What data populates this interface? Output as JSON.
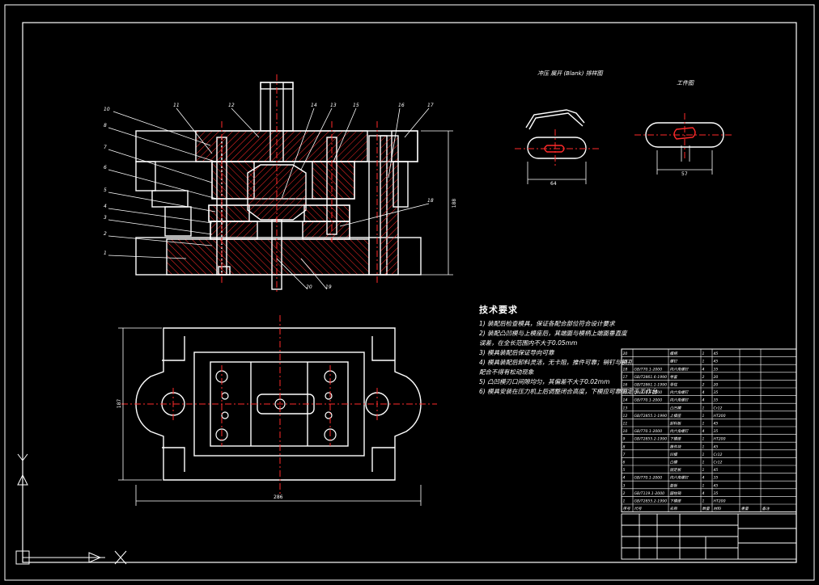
{
  "drawing": {
    "background": "#000000",
    "line_color": "#ffffff",
    "center_line_color": "#ff2a2a",
    "hatch_color": "#ff2a2a",
    "accent_color": "#ff2a2a"
  },
  "view_titles": {
    "blank_view": "冲压 展开 (Blank) 排样图",
    "part_view": "工件图"
  },
  "part_numbers": [
    "1",
    "2",
    "3",
    "4",
    "5",
    "6",
    "7",
    "8",
    "9",
    "10",
    "11",
    "12",
    "13",
    "14",
    "15",
    "16",
    "17",
    "18",
    "19",
    "20"
  ],
  "tech_notes": {
    "title": "技术要求",
    "lines": [
      "1) 装配后检查模具，保证各配合部位符合设计要求",
      "2) 装配凸凹模与上模座后，其端面与模柄上端面垂直度",
      "   误差，在全长范围内不大于0.05mm",
      "3) 模具装配后保证导向可靠",
      "4) 模具装配后卸料灵活，无卡阻，推件可靠；销钉与销孔",
      "   配合不得有松动现象",
      "5) 凸凹模刃口间隙均匀，其偏差不大于0.02mm",
      "6) 模具安装在压力机上后调整闭合高度，下模应可靠固定于工作台"
    ]
  },
  "dimension_labels": {
    "blank_width": "64",
    "part_width": "57",
    "plan_width": "286",
    "plan_height": "187",
    "section_height": "188"
  },
  "parts_list_rows": [
    {
      "no": "20",
      "code": "",
      "name": "模柄",
      "qty": "1",
      "mat": "45"
    },
    {
      "no": "19",
      "code": "",
      "name": "螺钉",
      "qty": "1",
      "mat": "45"
    },
    {
      "no": "18",
      "code": "GB/T70.1-2000",
      "name": "内六角螺钉",
      "qty": "4",
      "mat": "35"
    },
    {
      "no": "17",
      "code": "GB/T2861.6-1990",
      "name": "导套",
      "qty": "2",
      "mat": "20"
    },
    {
      "no": "16",
      "code": "GB/T2861.1-1990",
      "name": "导柱",
      "qty": "2",
      "mat": "20"
    },
    {
      "no": "15",
      "code": "GB/T70.1-2000",
      "name": "内六角螺钉",
      "qty": "4",
      "mat": "35"
    },
    {
      "no": "14",
      "code": "GB/T70.1-2000",
      "name": "内六角螺钉",
      "qty": "4",
      "mat": "35"
    },
    {
      "no": "13",
      "code": "",
      "name": "凸凹模",
      "qty": "1",
      "mat": "Cr12"
    },
    {
      "no": "12",
      "code": "GB/T2855.1-1990",
      "name": "上模座",
      "qty": "1",
      "mat": "HT200"
    },
    {
      "no": "11",
      "code": "",
      "name": "卸料板",
      "qty": "1",
      "mat": "45"
    },
    {
      "no": "10",
      "code": "GB/T70.1-2000",
      "name": "内六角螺钉",
      "qty": "4",
      "mat": "35"
    },
    {
      "no": "9",
      "code": "GB/T2855.2-1990",
      "name": "下模座",
      "qty": "1",
      "mat": "HT200"
    },
    {
      "no": "8",
      "code": "",
      "name": "推件块",
      "qty": "1",
      "mat": "45"
    },
    {
      "no": "7",
      "code": "",
      "name": "凹模",
      "qty": "1",
      "mat": "Cr12"
    },
    {
      "no": "6",
      "code": "",
      "name": "凸模",
      "qty": "1",
      "mat": "Cr12"
    },
    {
      "no": "5",
      "code": "",
      "name": "固定板",
      "qty": "1",
      "mat": "45"
    },
    {
      "no": "4",
      "code": "GB/T70.1-2000",
      "name": "内六角螺钉",
      "qty": "4",
      "mat": "35"
    },
    {
      "no": "3",
      "code": "",
      "name": "垫板",
      "qty": "1",
      "mat": "45"
    },
    {
      "no": "2",
      "code": "GB/T119.1-2000",
      "name": "圆柱销",
      "qty": "4",
      "mat": "35"
    },
    {
      "no": "1",
      "code": "GB/T2855.2-1990",
      "name": "下模座",
      "qty": "1",
      "mat": "HT200"
    }
  ],
  "parts_list_header": {
    "no": "序号",
    "code": "代号",
    "name": "名称",
    "qty": "数量",
    "mat": "材料",
    "wt": "重量",
    "note": "备注"
  },
  "ucs": {
    "y_label": "Y",
    "x_label": "X"
  }
}
